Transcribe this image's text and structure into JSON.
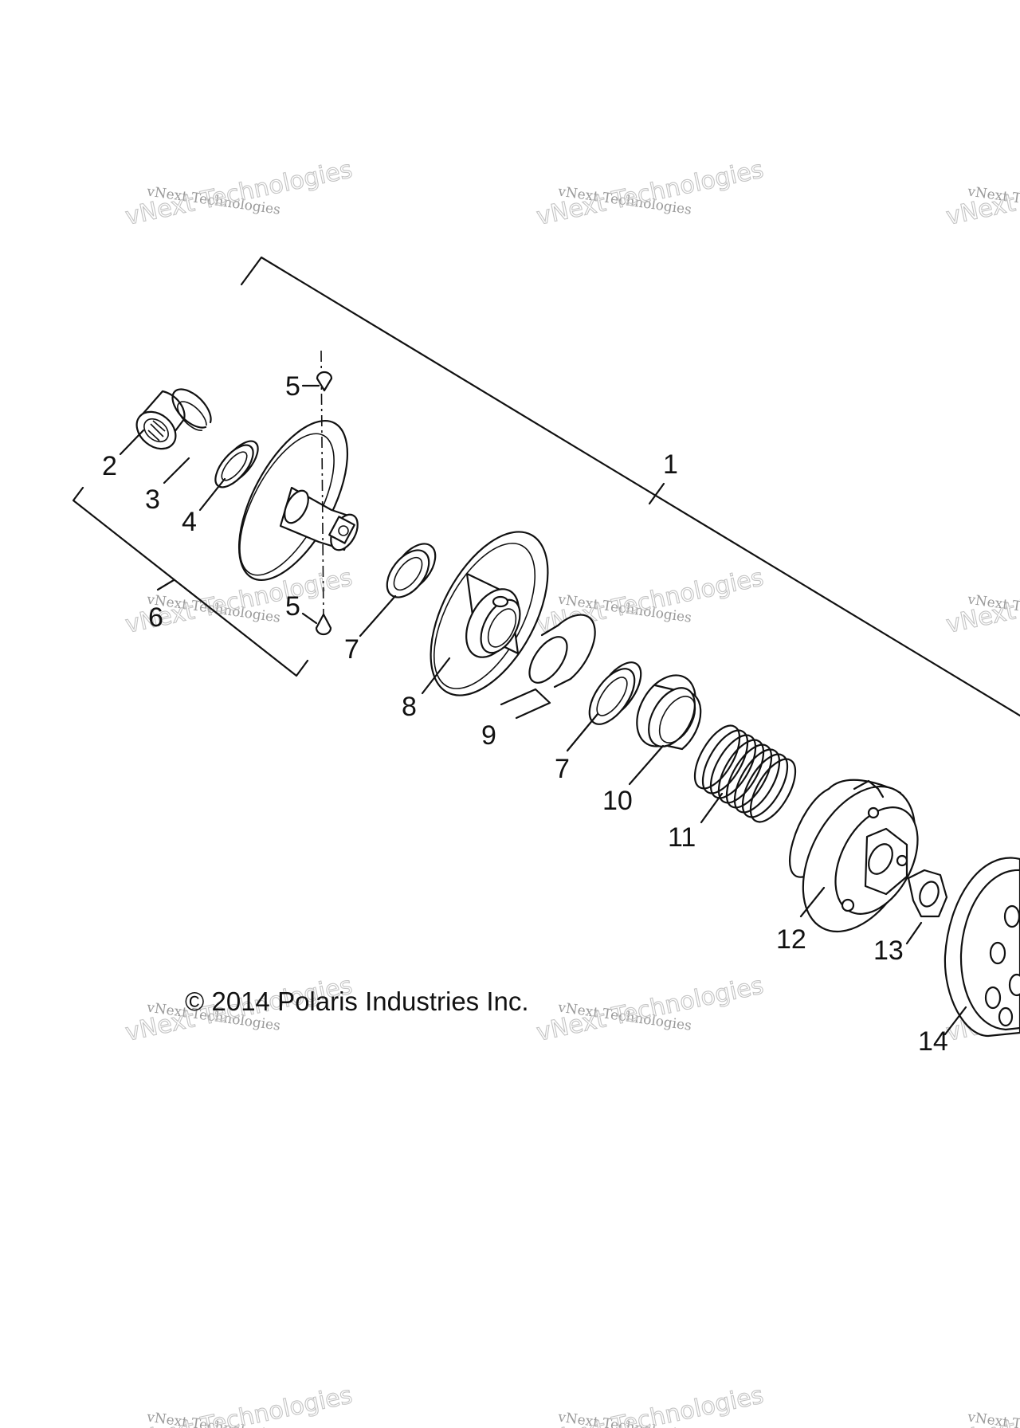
{
  "copyright": "© 2014 Polaris Industries Inc.",
  "watermark": {
    "small_text": "vNext Technologies",
    "large_text": "vNext Technologies"
  },
  "callouts": {
    "c1": "1",
    "c2": "2",
    "c3": "3",
    "c4": "4",
    "c5a": "5",
    "c5b": "5",
    "c6": "6",
    "c7a": "7",
    "c7b": "7",
    "c8": "8",
    "c9": "9",
    "c10": "10",
    "c11": "11",
    "c12": "12",
    "c13": "13",
    "c14": "14"
  },
  "colors": {
    "line": "#111111",
    "watermark": "#9a9a9a"
  }
}
